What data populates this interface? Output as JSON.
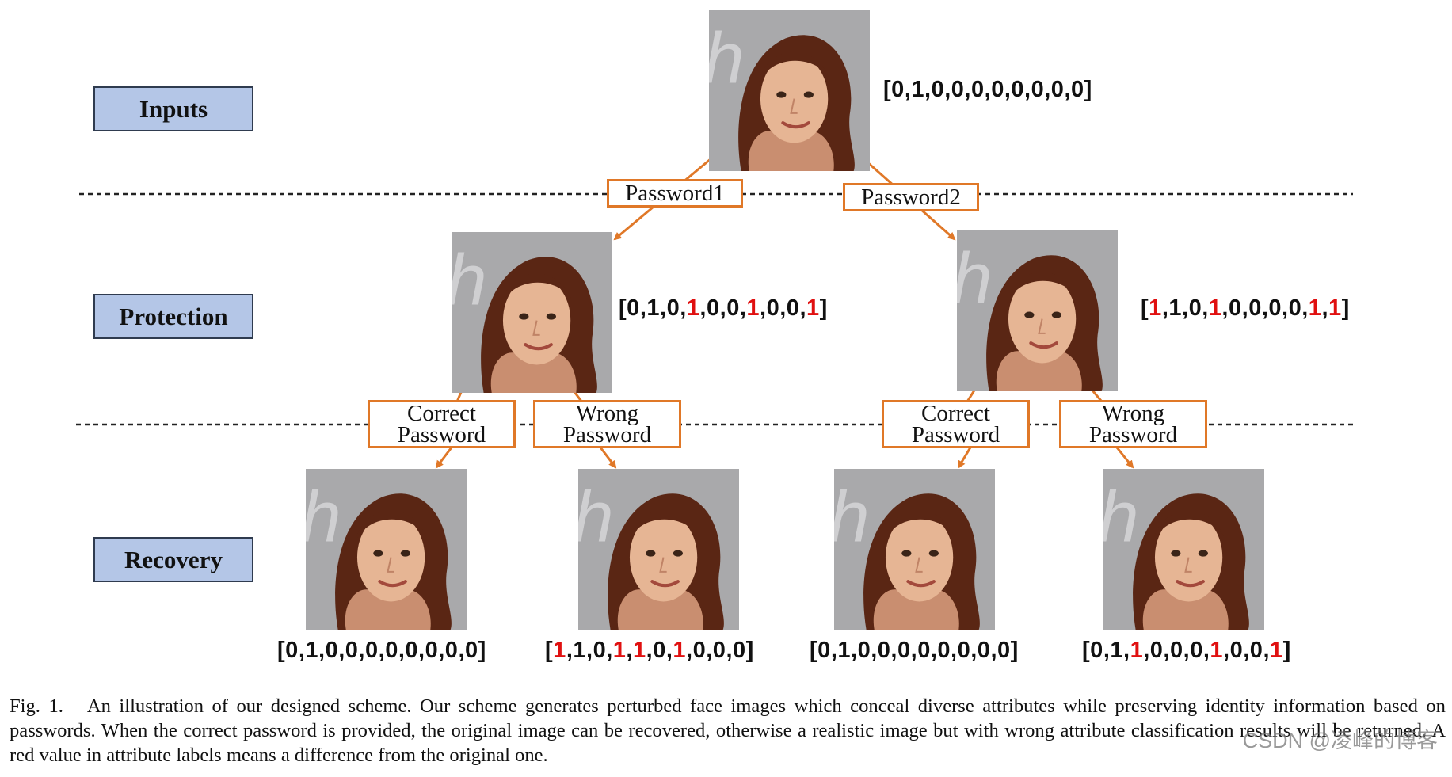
{
  "stages": {
    "inputs": "Inputs",
    "protection": "Protection",
    "recovery": "Recovery"
  },
  "passwords": {
    "password1": "Password1",
    "password2": "Password2",
    "correct": [
      "Correct",
      "Password"
    ],
    "wrong": [
      "Wrong",
      "Password"
    ]
  },
  "attribute_labels": {
    "input": [
      {
        "v": "0",
        "red": false
      },
      {
        "v": "1",
        "red": false
      },
      {
        "v": "0",
        "red": false
      },
      {
        "v": "0",
        "red": false
      },
      {
        "v": "0",
        "red": false
      },
      {
        "v": "0",
        "red": false
      },
      {
        "v": "0",
        "red": false
      },
      {
        "v": "0",
        "red": false
      },
      {
        "v": "0",
        "red": false
      },
      {
        "v": "0",
        "red": false
      }
    ],
    "protected1": [
      {
        "v": "0",
        "red": false
      },
      {
        "v": "1",
        "red": false
      },
      {
        "v": "0",
        "red": false
      },
      {
        "v": "1",
        "red": true
      },
      {
        "v": "0",
        "red": false
      },
      {
        "v": "0",
        "red": false
      },
      {
        "v": "1",
        "red": true
      },
      {
        "v": "0",
        "red": false
      },
      {
        "v": "0",
        "red": false
      },
      {
        "v": "1",
        "red": true
      }
    ],
    "protected2": [
      {
        "v": "1",
        "red": true
      },
      {
        "v": "1",
        "red": false
      },
      {
        "v": "0",
        "red": false
      },
      {
        "v": "1",
        "red": true
      },
      {
        "v": "0",
        "red": false
      },
      {
        "v": "0",
        "red": false
      },
      {
        "v": "0",
        "red": false
      },
      {
        "v": "0",
        "red": false
      },
      {
        "v": "1",
        "red": true
      },
      {
        "v": "1",
        "red": true
      }
    ],
    "recovery1_correct": [
      {
        "v": "0",
        "red": false
      },
      {
        "v": "1",
        "red": false
      },
      {
        "v": "0",
        "red": false
      },
      {
        "v": "0",
        "red": false
      },
      {
        "v": "0",
        "red": false
      },
      {
        "v": "0",
        "red": false
      },
      {
        "v": "0",
        "red": false
      },
      {
        "v": "0",
        "red": false
      },
      {
        "v": "0",
        "red": false
      },
      {
        "v": "0",
        "red": false
      }
    ],
    "recovery1_wrong": [
      {
        "v": "1",
        "red": true
      },
      {
        "v": "1",
        "red": false
      },
      {
        "v": "0",
        "red": false
      },
      {
        "v": "1",
        "red": true
      },
      {
        "v": "1",
        "red": true
      },
      {
        "v": "0",
        "red": false
      },
      {
        "v": "1",
        "red": true
      },
      {
        "v": "0",
        "red": false
      },
      {
        "v": "0",
        "red": false
      },
      {
        "v": "0",
        "red": false
      }
    ],
    "recovery2_correct": [
      {
        "v": "0",
        "red": false
      },
      {
        "v": "1",
        "red": false
      },
      {
        "v": "0",
        "red": false
      },
      {
        "v": "0",
        "red": false
      },
      {
        "v": "0",
        "red": false
      },
      {
        "v": "0",
        "red": false
      },
      {
        "v": "0",
        "red": false
      },
      {
        "v": "0",
        "red": false
      },
      {
        "v": "0",
        "red": false
      },
      {
        "v": "0",
        "red": false
      }
    ],
    "recovery2_wrong": [
      {
        "v": "0",
        "red": false
      },
      {
        "v": "1",
        "red": false
      },
      {
        "v": "1",
        "red": true
      },
      {
        "v": "0",
        "red": false
      },
      {
        "v": "0",
        "red": false
      },
      {
        "v": "0",
        "red": false
      },
      {
        "v": "1",
        "red": true
      },
      {
        "v": "0",
        "red": false
      },
      {
        "v": "0",
        "red": false
      },
      {
        "v": "1",
        "red": true
      }
    ]
  },
  "caption": {
    "tag": "Fig. 1.",
    "text": "An illustration of our designed scheme. Our scheme generates perturbed face images which conceal diverse attributes while preserving identity information based on passwords. When the correct password is provided, the original image can be recovered, otherwise a realistic image but with wrong attribute classification results will be returned. A red value in attribute labels means a difference from the original one."
  },
  "watermark": "CSDN @凌峰的博客",
  "colors": {
    "arrow": "#e07828",
    "stage_fill": "#b4c6e7",
    "red_value": "#e01010",
    "face_background": "#a9a9ab",
    "hair": "#5a2614"
  },
  "icons": [
    "face-photo"
  ]
}
